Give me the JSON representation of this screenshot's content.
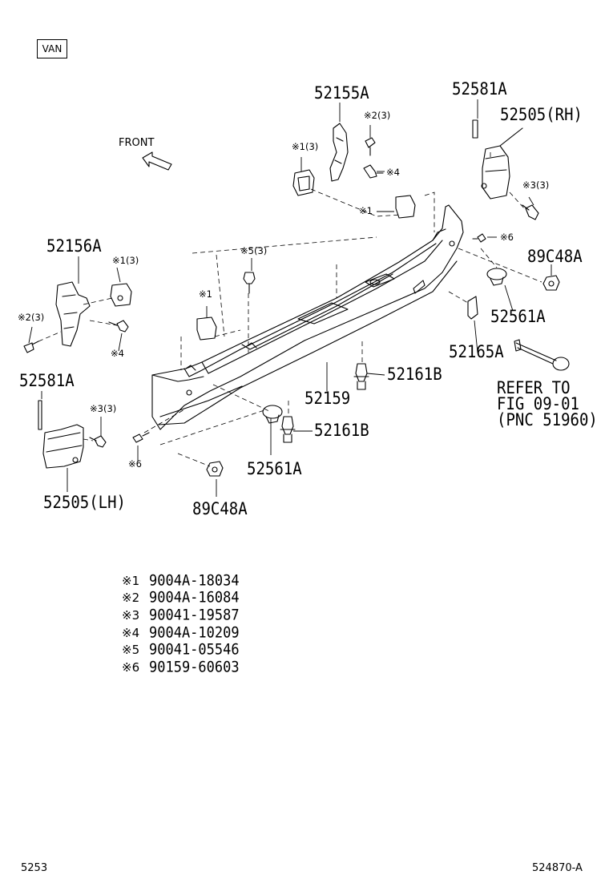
{
  "variant_badge": "VAN",
  "front_label": "FRONT",
  "callouts": {
    "p52155A": "52155A",
    "p52581A_rh": "52581A",
    "p52505_rh": "52505(RH)",
    "p52156A": "52156A",
    "p89C48A_right": "89C48A",
    "p52561A_right": "52561A",
    "p52165A": "52165A",
    "p52161B_upper": "52161B",
    "p52159": "52159",
    "p52161B_lower": "52161B",
    "p52581A_lh": "52581A",
    "p52561A_lower": "52561A",
    "p52505_lh": "52505(LH)",
    "p89C48A_lower": "89C48A",
    "refer_line1": "REFER TO",
    "refer_line2": "FIG 09-01",
    "refer_line3": "(PNC 51960)"
  },
  "fastener_marks": {
    "m_a": "※2(3)",
    "m_b": "※1(3)",
    "m_c": "※4",
    "m_d": "※3(3)",
    "m_e": "※1",
    "m_f": "※6",
    "m_g": "※5(3)",
    "m_h": "※1(3)",
    "m_i": "※1",
    "m_j": "※2(3)",
    "m_k": "※4",
    "m_l": "※3(3)",
    "m_m": "※6"
  },
  "legend": [
    {
      "mark": "※1",
      "part": "9004A-18034"
    },
    {
      "mark": "※2",
      "part": "9004A-16084"
    },
    {
      "mark": "※3",
      "part": "90041-19587"
    },
    {
      "mark": "※4",
      "part": "9004A-10209"
    },
    {
      "mark": "※5",
      "part": "90041-05546"
    },
    {
      "mark": "※6",
      "part": "90159-60603"
    }
  ],
  "footer": {
    "left": "5253",
    "right": "524870-A"
  }
}
